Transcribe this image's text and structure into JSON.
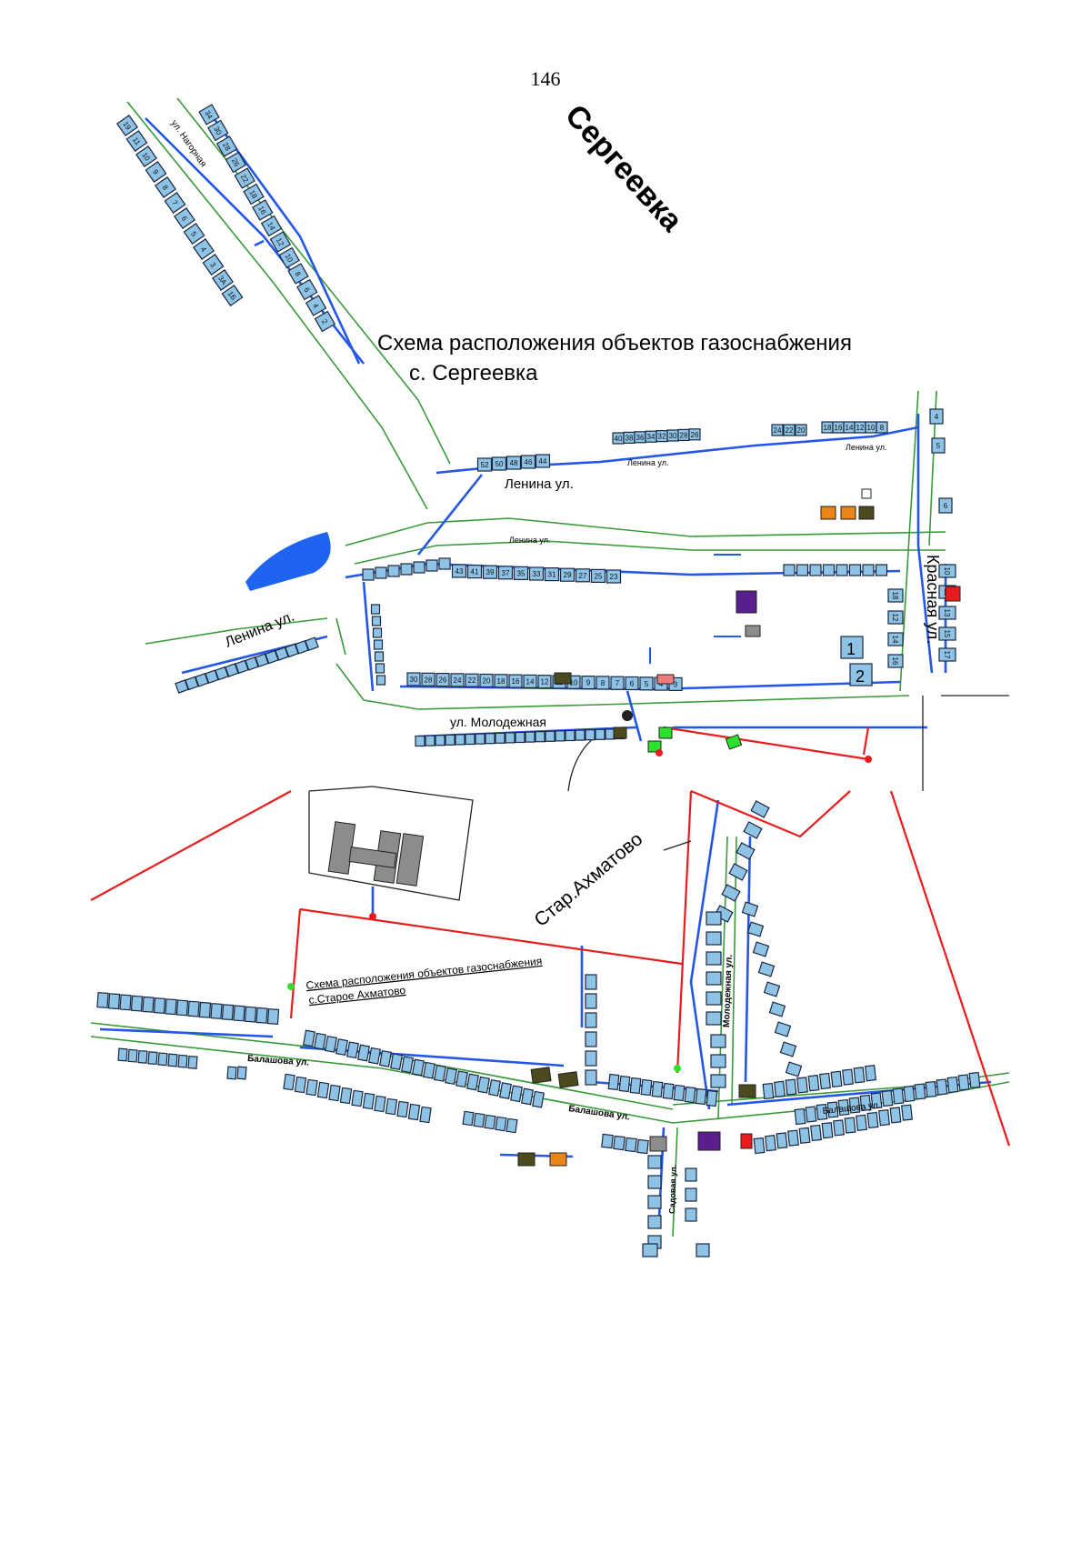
{
  "page": {
    "number": "146"
  },
  "titles": {
    "village_big": "Сергеевка",
    "scheme_sergeevka_line1": "Схема расположения объектов газоснабжения",
    "scheme_sergeevka_line2": "с. Сергеевка",
    "village_ahmatovo": "Стар.Ахматово",
    "scheme_ahmatovo_line1": "Схема расположения объектов газоснабжения",
    "scheme_ahmatovo_line2": "с.Старое Ахматово"
  },
  "streets": {
    "nagornaya": "ул. Нагорная",
    "lenina_top": "Ленина ул.",
    "lenina_small_1": "Ленина ул.",
    "lenina_small_2": "Ленина ул.",
    "lenina_small_3": "Ленина ул.",
    "lenina_west": "Ленина ул.",
    "molodezhnaya": "ул. Молодежная",
    "krasnaya": "Красная ул.",
    "balashova_1": "Балашова ул.",
    "balashova_2": "Балашова ул.",
    "balashova_3": "Балашова ул.",
    "molodezhnaya_vertical": "Молодежная ул.",
    "sadovaya": "Садовая ул."
  },
  "house_numbers": {
    "nagornaya_west": [
      "19",
      "11",
      "10",
      "9",
      "8",
      "7",
      "6",
      "5",
      "4",
      "3",
      "3А",
      "1Б"
    ],
    "nagornaya_east": [
      "34",
      "30",
      "28",
      "26",
      "22",
      "18",
      "16",
      "14",
      "12",
      "10",
      "8",
      "6",
      "4",
      "2"
    ],
    "lenina_north_block_1": [
      "52",
      "50",
      "48",
      "46",
      "44"
    ],
    "lenina_north_block_2": [
      "40",
      "38",
      "36",
      "34",
      "32",
      "30",
      "28",
      "26"
    ],
    "lenina_north_block_3": [
      "24",
      "22",
      "20"
    ],
    "lenina_north_block_4": [
      "18",
      "16",
      "14",
      "12",
      "10",
      "8"
    ],
    "lenina_south": [
      "43",
      "41",
      "39",
      "37",
      "35",
      "33",
      "31",
      "29",
      "27",
      "25",
      "23"
    ],
    "molodezhnaya_north": [
      "30",
      "28",
      "26",
      "24",
      "22",
      "20",
      "18",
      "16",
      "14",
      "12",
      "11",
      "10",
      "9",
      "8",
      "7",
      "6",
      "5",
      "4",
      "3"
    ],
    "krasnaya_west": [
      "18",
      "12",
      "14",
      "16"
    ],
    "krasnaya_east": [
      "4",
      "5",
      "6",
      "10",
      "11",
      "13",
      "15",
      "17"
    ],
    "big_numbers": [
      "1",
      "2"
    ]
  },
  "colors": {
    "house_fill": "#8fc3e6",
    "gas_pipe_low": "#2456e8",
    "gas_pipe_high": "#e81c1c",
    "street_line": "#3a9a3a",
    "pond": "#1f64f0",
    "facility_purple": "#5a1f8c",
    "facility_orange": "#e8861a",
    "facility_olive": "#4b4a1e",
    "facility_green": "#2de02d",
    "facility_red": "#e81c1c",
    "facility_gray": "#8c8c8c"
  }
}
